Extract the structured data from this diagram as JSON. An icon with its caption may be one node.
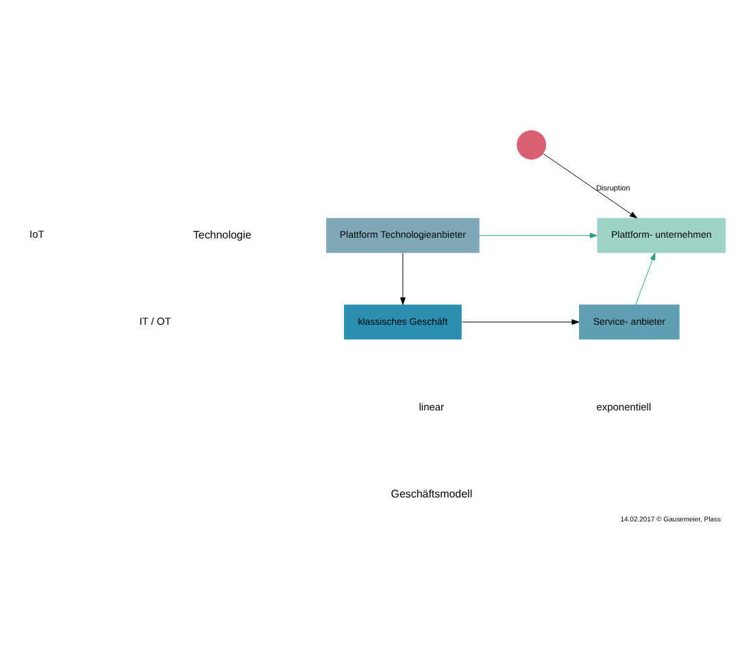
{
  "diagram": {
    "caption": "14.02.2017 © Gausemeier, Plass",
    "nodes": [
      {
        "text": [
          "Plattform Technologieanbieter"
        ]
      },
      {
        "text": [
          "Plattform- unternehmen"
        ]
      },
      {
        "text": [
          "klassisches Geschäft"
        ]
      },
      {
        "text": [
          "Service- anbieter"
        ]
      },
      {
        "text": [],
        "shape": "circle"
      }
    ],
    "edges": [
      {
        "from": 0,
        "to": 1,
        "arrow": "to",
        "color": "#2a9d7f"
      },
      {
        "from": 0,
        "to": 2,
        "arrow": "to"
      },
      {
        "from": 2,
        "to": 3,
        "arrow": "to"
      },
      {
        "from": 3,
        "to": 1,
        "arrow": "to",
        "color": "#2a9d7f"
      },
      {
        "from": 4,
        "to": 1,
        "label": "Disruption",
        "arrow": "to"
      }
    ],
    "labels": [
      "Technologie",
      "IoT",
      "IT / OT",
      "linear",
      "exponentiell",
      "Geschäftsmodell"
    ]
  }
}
